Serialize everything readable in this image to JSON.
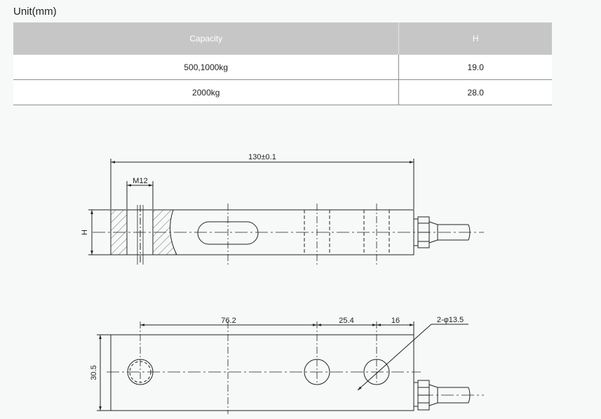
{
  "unit_label": "Unit(mm)",
  "table": {
    "headers": [
      "Capacity",
      "H"
    ],
    "rows": [
      [
        "500,1000kg",
        "19.0"
      ],
      [
        "2000kg",
        "28.0"
      ]
    ]
  },
  "side_view": {
    "length_dim": "130±0.1",
    "thread_dim": "M12",
    "height_dim": "H"
  },
  "top_view": {
    "dim_1": "76.2",
    "dim_2": "25.4",
    "dim_3": "16",
    "hole_dim": "2-φ13.5",
    "width_dim": "30.5"
  },
  "colors": {
    "header_bg": "#c6c6c6",
    "row_bg": "#ffffff",
    "page_bg": "#f7f8f8"
  }
}
